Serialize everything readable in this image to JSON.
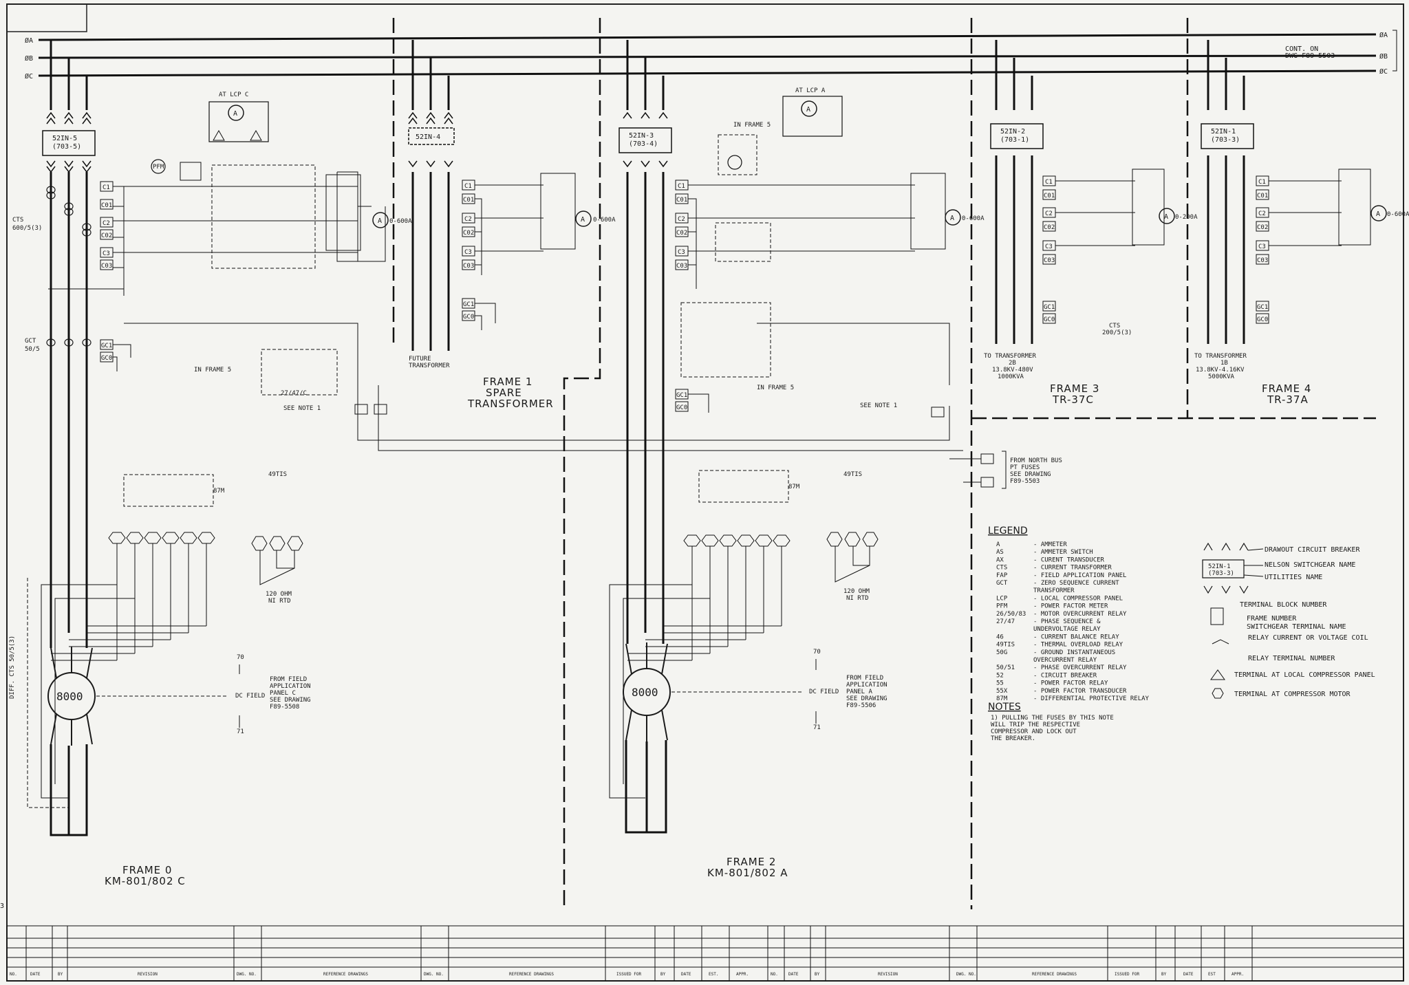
{
  "bus": {
    "phase_a": "ØA",
    "phase_b": "ØB",
    "phase_c": "ØC",
    "cont_note": [
      "CONT. ON",
      "DWG F89-5503"
    ]
  },
  "frames": [
    {
      "id": "frame0",
      "breaker": "52IN-5",
      "sub": "(703-5)",
      "title": "FRAME 0",
      "subtitle": "KM-801/802 C",
      "motor": "8000",
      "cts": "CTS",
      "cts_val": "600/5(3)",
      "gct": "GCT",
      "gct_val": "50/5",
      "lcp": "AT LCP C",
      "field": "DC FIELD",
      "field_note": [
        "FROM FIELD",
        "APPLICATION",
        "PANEL C",
        "SEE DRAWING",
        "F89-5508"
      ],
      "diff": "DIFF. CTS 50/5(3)",
      "frame_ref": "IN FRAME 5",
      "relay": "27/47/C",
      "ammeter": "0-600A"
    },
    {
      "id": "frame1",
      "breaker": "52IN-4",
      "title": "FRAME 1",
      "subtitle": "SPARE",
      "subtitle2": "TRANSFORMER",
      "future": "FUTURE",
      "future2": "TRANSFORMER",
      "ammeter": "0-600A"
    },
    {
      "id": "frame2",
      "breaker": "52IN-3",
      "sub": "(703-4)",
      "title": "FRAME 2",
      "subtitle": "KM-801/802 A",
      "motor": "8000",
      "lcp": "AT LCP A",
      "frame_ref": "IN FRAME 5",
      "frame_ref2": "IN FRAME 5",
      "field_note": [
        "FROM FIELD",
        "APPLICATION",
        "PANEL A",
        "SEE DRAWING",
        "F89-5506"
      ],
      "ammeter": "0-600A"
    },
    {
      "id": "frame3",
      "breaker": "52IN-2",
      "sub": "(703-1)",
      "title": "FRAME 3",
      "subtitle": "TR-37C",
      "to": "TO TRANSFORMER",
      "to2": "2B",
      "to3": "13.8KV-480V",
      "to4": "1000KVA",
      "cts2": "CTS",
      "cts2_val": "200/5(3)",
      "ammeter": "0-200A"
    },
    {
      "id": "frame4",
      "breaker": "52IN-1",
      "sub": "(703-3)",
      "title": "FRAME 4",
      "subtitle": "TR-37A",
      "to": "TO TRANSFORMER",
      "to2": "1B",
      "to3": "13.8KV-4.16KV",
      "to4": "5000KVA",
      "ammeter": "0-600A"
    }
  ],
  "notes_labels": {
    "see_note": "SEE NOTE 1",
    "north_bus": [
      "FROM NORTH BUS",
      "PT FUSES",
      "SEE DRAWING",
      "F89-5503"
    ],
    "rtd": [
      "120 OHM",
      "NI RTD"
    ],
    "thermal": "49TIS",
    "diff_relay": "87M"
  },
  "legend": {
    "title": "LEGEND",
    "items": [
      {
        "abbr": "A",
        "desc": "- AMMETER"
      },
      {
        "abbr": "AS",
        "desc": "- AMMETER SWITCH"
      },
      {
        "abbr": "AX",
        "desc": "- CURENT TRANSDUCER"
      },
      {
        "abbr": "CTS",
        "desc": "- CURRENT TRANSFORMER"
      },
      {
        "abbr": "FAP",
        "desc": "- FIELD APPLICATION PANEL"
      },
      {
        "abbr": "GCT",
        "desc": "- ZERO SEQUENCE CURRENT"
      },
      {
        "abbr": "",
        "desc": "  TRANSFORMER"
      },
      {
        "abbr": "LCP",
        "desc": "- LOCAL COMPRESSOR PANEL"
      },
      {
        "abbr": "PFM",
        "desc": "- POWER FACTOR METER"
      },
      {
        "abbr": "26/50/83",
        "desc": "- MOTOR OVERCURRENT RELAY"
      },
      {
        "abbr": "27/47",
        "desc": "- PHASE SEQUENCE &"
      },
      {
        "abbr": "",
        "desc": "  UNDERVOLTAGE RELAY"
      },
      {
        "abbr": "46",
        "desc": "- CURRENT BALANCE RELAY"
      },
      {
        "abbr": "49TIS",
        "desc": "- THERMAL OVERLOAD RELAY"
      },
      {
        "abbr": "50G",
        "desc": "- GROUND INSTANTANEOUS"
      },
      {
        "abbr": "",
        "desc": "  OVERCURRENT RELAY"
      },
      {
        "abbr": "50/51",
        "desc": "- PHASE OVERCURRENT RELAY"
      },
      {
        "abbr": "52",
        "desc": "- CIRCUIT BREAKER"
      },
      {
        "abbr": "55",
        "desc": "- POWER FACTOR RELAY"
      },
      {
        "abbr": "55X",
        "desc": "- POWER FACTOR TRANSDUCER"
      },
      {
        "abbr": "87M",
        "desc": "- DIFFERENTIAL PROTECTIVE RELAY"
      }
    ]
  },
  "notes": {
    "title": "NOTES",
    "lines": [
      "1) PULLING THE FUSES BY THIS NOTE",
      "   WILL TRIP THE RESPECTIVE",
      "   COMPRESSOR AND LOCK OUT",
      "   THE BREAKER."
    ]
  },
  "key": {
    "drawout": "DRAWOUT CIRCUIT BREAKER",
    "nelson": "NELSON SWITCHGEAR NAME",
    "utilities": "UTILITIES NAME",
    "tb": "TERMINAL BLOCK NUMBER",
    "frame_num": "FRAME NUMBER",
    "sg_term": "SWITCHGEAR TERMINAL NAME",
    "relay_coil": "RELAY CURRENT OR VOLTAGE COIL",
    "relay_term": "RELAY TERMINAL NUMBER",
    "lcp_term": "TERMINAL AT LOCAL COMPRESSOR PANEL",
    "motor_term": "TERMINAL AT COMPRESSOR MOTOR",
    "sample_breaker": "52IN-1",
    "sample_sub": "(703-3)"
  },
  "title_block": {
    "cols_left": [
      "NO.",
      "DATE",
      "BY",
      "REVISION",
      "DWG. NO.",
      "REFERENCE DRAWINGS",
      "DWG. NO.",
      "REFERENCE DRAWINGS",
      "ISSUED FOR",
      "BY",
      "DATE",
      "EST.",
      "APPR."
    ],
    "cols_right": [
      "NO.",
      "DATE",
      "BY",
      "REVISION",
      "DWG. NO.",
      "REFERENCE DRAWINGS",
      "ISSUED FOR",
      "BY",
      "DATE",
      "EST",
      "APPR."
    ]
  },
  "sheet_mark": "3"
}
